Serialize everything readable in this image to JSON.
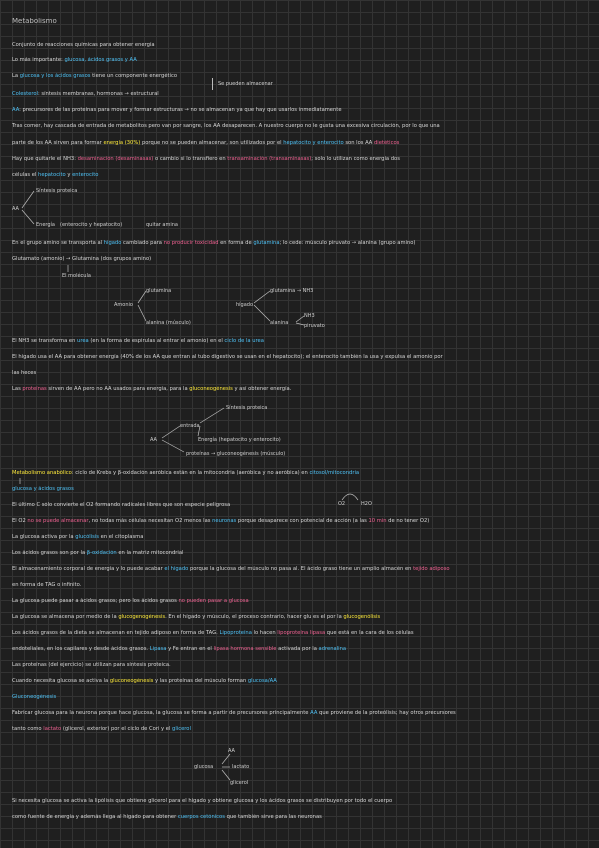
{
  "title": "Metabolismo",
  "lines": [
    {
      "id": "l1",
      "parts": [
        {
          "t": "Conjunto de reacciones químicas para obtener energía"
        }
      ]
    },
    {
      "id": "l2",
      "parts": [
        {
          "t": "Lo más importante: "
        },
        {
          "t": "glucosa, ácidos grasos y AA",
          "c": "b"
        }
      ]
    },
    {
      "id": "l3",
      "parts": [
        {
          "t": "La "
        },
        {
          "t": "glucosa y los ácidos grasos",
          "c": "b"
        },
        {
          "t": " tiene un componente energético"
        }
      ]
    },
    {
      "id": "l4",
      "parts": [
        {
          "t": "Colesterol",
          "c": "b"
        },
        {
          "t": ": síntesis membranas, hormonas → estructural"
        }
      ]
    },
    {
      "id": "l5",
      "parts": [
        {
          "t": "AA",
          "c": "b"
        },
        {
          "t": ": precursores de las proteínas para mover y formar estructuras → no se almacenan ya que hay que usarlos inmediatamente"
        }
      ]
    },
    {
      "id": "l6",
      "parts": [
        {
          "t": "Tras comer, hay cascada de entrada de metabolitos pero van por sangre, los AA desaparecen. A nuestro cuerpo no le gusta una excesiva circulación, por lo que una"
        }
      ]
    },
    {
      "id": "l7",
      "parts": [
        {
          "t": "parte de los AA sirven para formar "
        },
        {
          "t": "energía (30%)",
          "c": "y"
        },
        {
          "t": " porque no se pueden almacenar, son utilizados por el "
        },
        {
          "t": "hepatocito y enterocito",
          "c": "b"
        },
        {
          "t": " son los AA "
        },
        {
          "t": "dietéticos",
          "c": "p"
        }
      ]
    },
    {
      "id": "l8",
      "parts": [
        {
          "t": "Hay que quitarle el NH3: "
        },
        {
          "t": "desaminación (desaminasas)",
          "c": "p"
        },
        {
          "t": " o cambio si lo transfiero en "
        },
        {
          "t": "transaminación (transaminasas)",
          "c": "p"
        },
        {
          "t": "; solo lo utilizan como energía dos"
        }
      ]
    },
    {
      "id": "l9",
      "parts": [
        {
          "t": "células el "
        },
        {
          "t": "hepatocito",
          "c": "b"
        },
        {
          "t": " y "
        },
        {
          "t": "enterocito",
          "c": "b"
        }
      ]
    },
    {
      "id": "l10",
      "parts": [
        {
          "t": "En el grupo amino se transporta al "
        },
        {
          "t": "hígado",
          "c": "b"
        },
        {
          "t": " cambiado para "
        },
        {
          "t": "no producir toxicidad",
          "c": "p"
        },
        {
          "t": " en forma de "
        },
        {
          "t": "glutamina",
          "c": "b"
        },
        {
          "t": "; lo cede: músculo piruvato → alanina (grupo amino)"
        }
      ]
    },
    {
      "id": "l11",
      "parts": [
        {
          "t": "Glutamato (amonio) → Glutamina (dos grupos amino)"
        }
      ]
    },
    {
      "id": "l12",
      "parts": [
        {
          "t": "El NH3 se transforma en "
        },
        {
          "t": "urea",
          "c": "b"
        },
        {
          "t": " (en la forma de espirulas al entrar el amonio) en el "
        },
        {
          "t": "ciclo de la urea",
          "c": "b"
        }
      ]
    },
    {
      "id": "l13",
      "parts": [
        {
          "t": "El hígado usa el AA para obtener energía (40% de los AA que entran al tubo digestivo se usan en el hepatocito); el enterocito también la usa y expulsa el amonio por"
        }
      ]
    },
    {
      "id": "l14",
      "parts": [
        {
          "t": "las heces"
        }
      ]
    },
    {
      "id": "l15",
      "parts": [
        {
          "t": "Las "
        },
        {
          "t": "proteínas",
          "c": "p"
        },
        {
          "t": " sirven de AA pero no AA usados para energía, para la "
        },
        {
          "t": "gluconeogénesis",
          "c": "y"
        },
        {
          "t": " y así obtener energía."
        }
      ]
    },
    {
      "id": "l16",
      "parts": [
        {
          "t": "Metabolismo anabólico",
          "c": "y"
        },
        {
          "t": ": ciclo de Krebs y β-oxidación aeróbica están en la mitocondria (aeróbica y no aeróbica) en "
        },
        {
          "t": "citosol/mitocondria",
          "c": "b"
        }
      ]
    },
    {
      "id": "l17",
      "parts": [
        {
          "t": "glucosa y ácidos grasos",
          "c": "b"
        }
      ]
    },
    {
      "id": "l18",
      "parts": [
        {
          "t": "El último C sólo convierte el O2 formando radicales libres que son especie peligrosa"
        }
      ]
    },
    {
      "id": "l19",
      "parts": [
        {
          "t": "El O2 "
        },
        {
          "t": "no se puede almacenar",
          "c": "p"
        },
        {
          "t": ", no todas más células necesitan O2 menos las "
        },
        {
          "t": "neuronas",
          "c": "b"
        },
        {
          "t": " porque desaparece con potencial de acción (a las "
        },
        {
          "t": "10 min",
          "c": "p"
        },
        {
          "t": " de no tener O2)"
        }
      ]
    },
    {
      "id": "l20",
      "parts": [
        {
          "t": "La glucosa activa por la "
        },
        {
          "t": "glucólisis",
          "c": "b"
        },
        {
          "t": " en el citoplasma"
        }
      ]
    },
    {
      "id": "l21",
      "parts": [
        {
          "t": "Los ácidos grasos son por la "
        },
        {
          "t": "β-oxidación",
          "c": "b"
        },
        {
          "t": " en la matriz mitocondrial"
        }
      ]
    },
    {
      "id": "l22",
      "parts": [
        {
          "t": "El almacenamiento corporal de energía y lo puede acabar "
        },
        {
          "t": "el hígado",
          "c": "b"
        },
        {
          "t": " porque la glucosa del músculo no pasa al. El ácido graso tiene un amplio almacén en "
        },
        {
          "t": "tejido adiposo",
          "c": "p"
        }
      ]
    },
    {
      "id": "l23",
      "parts": [
        {
          "t": "en forma de TAG o infinito."
        }
      ]
    },
    {
      "id": "l24",
      "parts": [
        {
          "t": "La glucosa puede pasar a ácidos grasos; pero los ácidos grasos "
        },
        {
          "t": "no pueden pasar a glucosa",
          "c": "p"
        }
      ]
    },
    {
      "id": "l25",
      "parts": [
        {
          "t": "La glucosa se almacena por medio de la "
        },
        {
          "t": "glucogenogénesis",
          "c": "y"
        },
        {
          "t": ". En el hígado y músculo, el proceso contrario, hacer glu es el por la "
        },
        {
          "t": "glucogenólisis",
          "c": "y"
        }
      ]
    },
    {
      "id": "l26",
      "parts": [
        {
          "t": "Los ácidos grasos de la dieta se almacenan en tejido adiposo en forma de TAG. "
        },
        {
          "t": "Lipoproteína",
          "c": "b"
        },
        {
          "t": " lo hacen "
        },
        {
          "t": "lipoproteína lipasa",
          "c": "p"
        },
        {
          "t": " que está en la cara de los células"
        }
      ]
    },
    {
      "id": "l27",
      "parts": [
        {
          "t": "endoteliales, en los capilares y desde ácidos grasos. "
        },
        {
          "t": "Lipasa",
          "c": "b"
        },
        {
          "t": " y Fe entran en el "
        },
        {
          "t": "lipasa hormona sensible",
          "c": "p"
        },
        {
          "t": " activada por la "
        },
        {
          "t": "adrenalina",
          "c": "b"
        }
      ]
    },
    {
      "id": "l28",
      "parts": [
        {
          "t": "Las proteínas (del ejercicio) se utilizan para síntesis proteica."
        }
      ]
    },
    {
      "id": "l29",
      "parts": [
        {
          "t": "Cuando necesita glucosa se activa la "
        },
        {
          "t": "gluconeogénesis",
          "c": "y"
        },
        {
          "t": " y las proteínas del músculo forman "
        },
        {
          "t": "glucosa/AA",
          "c": "b"
        }
      ]
    },
    {
      "id": "l30",
      "parts": [
        {
          "t": "Gluconeogénesis",
          "c": "b"
        }
      ]
    },
    {
      "id": "l31",
      "parts": [
        {
          "t": "Fabricar glucosa para la neurona porque hace glucosa, la glucosa se forma a partir de precursores principalmente "
        },
        {
          "t": "AA",
          "c": "b"
        },
        {
          "t": " que proviene de la proteólisis; hay otros precursores"
        }
      ]
    },
    {
      "id": "l32",
      "parts": [
        {
          "t": "tanto como "
        },
        {
          "t": "lactato",
          "c": "p"
        },
        {
          "t": " (glicerol, exterior) por el ciclo de Cori y el "
        },
        {
          "t": "glicerol",
          "c": "b"
        }
      ]
    },
    {
      "id": "l33",
      "parts": [
        {
          "t": "Si necesita glucosa se activa la lipólisis que obtiene glicerol para el hígado y obtiene glucosa y los ácidos grasos se distribuyen por todo el cuerpo"
        }
      ]
    },
    {
      "id": "l34",
      "parts": [
        {
          "t": "como fuente de energía y además llega al hígado para obtener "
        },
        {
          "t": "cuerpos cetónicos",
          "c": "b"
        },
        {
          "t": " que también sirve para las neuronas"
        }
      ]
    }
  ],
  "side_note": "Se pueden almacenar",
  "diagram1": {
    "aa": "AA",
    "top": "Síntesis proteica",
    "bottom_a": "Energía",
    "bottom_b": "(enterocito y hepatocito)",
    "bottom_c": "quitar amina"
  },
  "diagram2": {
    "under": "El molécula",
    "amonio": "Amonio",
    "glut": "glutamina",
    "alanina": "alanina (músculo)",
    "higado": "hígado",
    "glut2": "glutamina → NH3",
    "alan2": "alanina",
    "nh3": "NH3",
    "piruvato": "piruvato"
  },
  "diagram3": {
    "aa": "AA",
    "entran": "entrada",
    "sintesis": "Síntesis proteica",
    "energia": "Energía (hepatocito y enterocito)",
    "proteinas": "proteínas → gluconeogénesis (músculo)"
  },
  "diagram4": {
    "o2": "O2",
    "h2o": "H2O"
  },
  "diagram5": {
    "aa": "AA",
    "glucosa": "glucosa",
    "lactato": "lactato",
    "glicerol": "glicerol"
  }
}
